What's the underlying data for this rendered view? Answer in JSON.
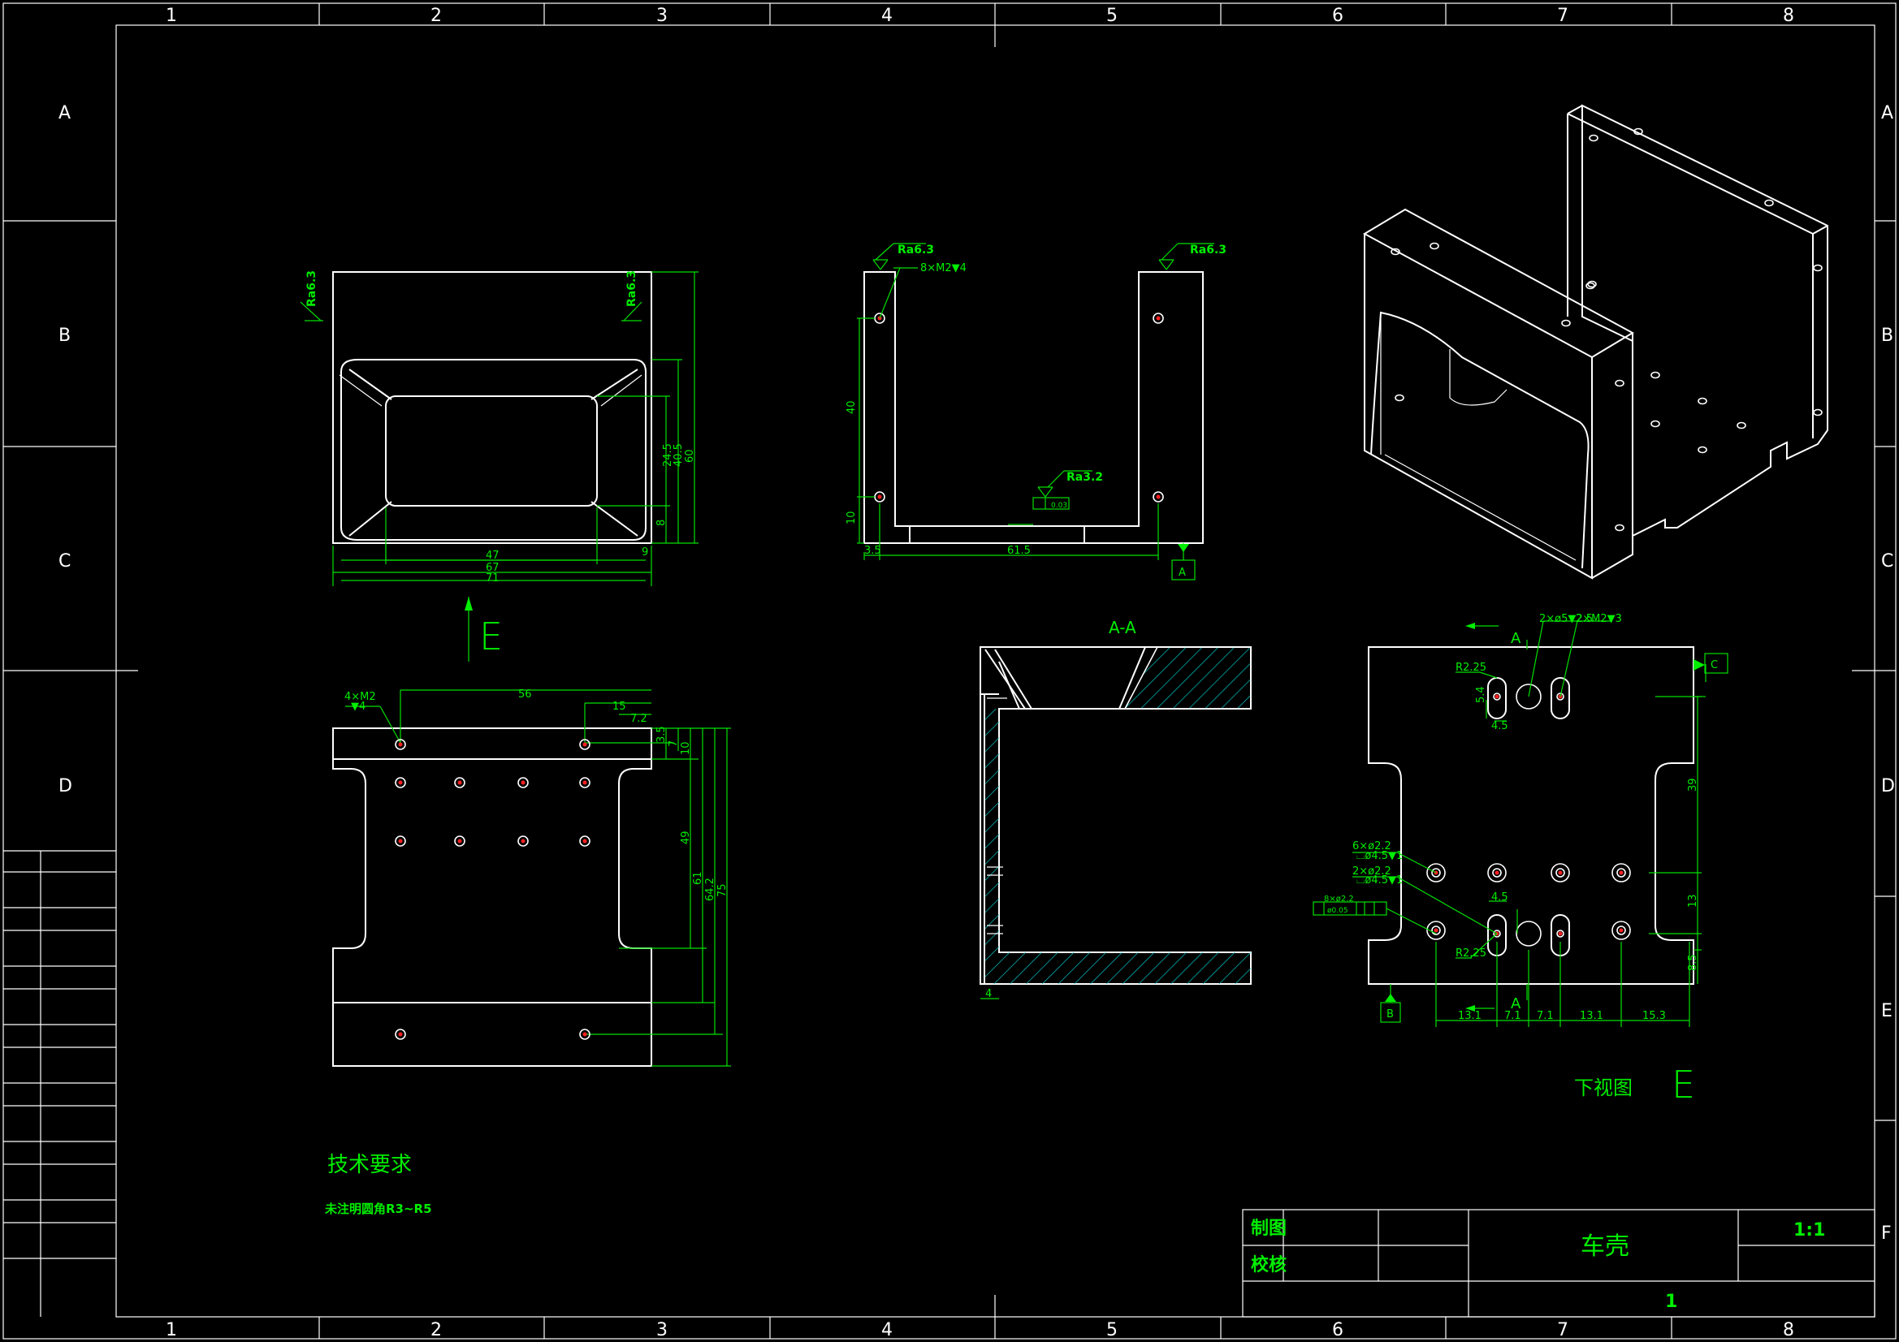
{
  "border": {
    "columns": [
      "1",
      "2",
      "3",
      "4",
      "5",
      "6",
      "7",
      "8"
    ],
    "rows": [
      "A",
      "B",
      "C",
      "D",
      "E",
      "F"
    ]
  },
  "title_block": {
    "label_draw": "制图",
    "label_check": "校核",
    "part_name": "车壳",
    "scale": "1:1",
    "sheet": "1"
  },
  "notes": {
    "heading": "技术要求",
    "line1": "未注明圆角R3~R5"
  },
  "view_labels": {
    "section": "A-A",
    "bottom_view": "下视图",
    "view_letter": "E",
    "arrow_letter": "E",
    "section_mark_top": "A",
    "section_mark_bottom": "A"
  },
  "datums": {
    "a": "A",
    "b": "B",
    "c": "C"
  },
  "roughness": {
    "top_left": "Ra6.3",
    "top_right": "Ra6.3",
    "front_left": "Ra6.3",
    "front_right": "Ra6.3",
    "front_mid": "Ra3.2",
    "flatness": "0.03"
  },
  "dims": {
    "top_47": "47",
    "top_67": "67",
    "top_71": "71",
    "top_9": "9",
    "top_245": "24.5",
    "top_405": "40.5",
    "top_60": "60",
    "top_8": "8",
    "front_thread": "8×M2▼4",
    "front_40": "40",
    "front_10": "10",
    "front_35": "3.5",
    "front_615": "61.5",
    "plan_thread": "4×M2",
    "plan_depth": "▼4",
    "plan_56": "56",
    "plan_15": "15",
    "plan_72": "7.2",
    "plan_35": "3.5",
    "plan_7": "7",
    "plan_10": "10",
    "plan_49": "49",
    "plan_61": "61",
    "plan_642": "64.2",
    "plan_75": "75",
    "sec_4": "4",
    "bot_holes_top": "2×ø5▼2.5",
    "bot_thread_top": "2×M2▼3",
    "bot_r225a": "R2.25",
    "bot_54": "5.4",
    "bot_45a": "4.5",
    "bot_6x22": "6×ø2.2",
    "bot_cbore": "⌴ø4.5▼1",
    "bot_2x22": "2×ø2.2",
    "bot_cbore2": "⌴ø4.5▼1",
    "bot_pos": "8×ø2.2",
    "bot_pos_tol": "ø0.05",
    "bot_45b": "4.5",
    "bot_r225b": "R2.25",
    "bot_39": "39",
    "bot_13": "13",
    "bot_85": "8.5",
    "bot_131a": "13.1",
    "bot_71a": "7.1",
    "bot_71b": "7.1",
    "bot_131b": "13.1",
    "bot_153": "15.3"
  }
}
